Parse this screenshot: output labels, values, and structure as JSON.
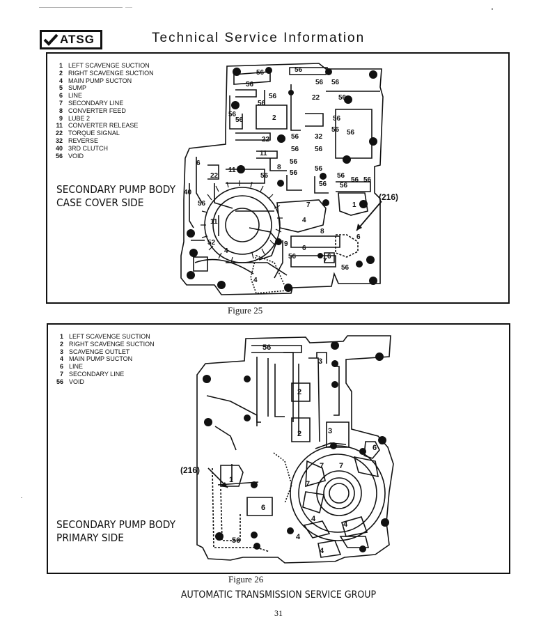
{
  "header": {
    "logo_text": "ATSG",
    "title": "Technical Service Information"
  },
  "figure25": {
    "caption": "Figure 25",
    "title_line1": "SECONDARY PUMP BODY",
    "title_line2": "CASE COVER SIDE",
    "callout": "(216)",
    "legend": [
      {
        "num": "1",
        "label": "LEFT SCAVENGE SUCTION"
      },
      {
        "num": "2",
        "label": "RIGHT SCAVENGE SUCTION"
      },
      {
        "num": "4",
        "label": "MAIN PUMP SUCTON"
      },
      {
        "num": "5",
        "label": "SUMP"
      },
      {
        "num": "6",
        "label": "LINE"
      },
      {
        "num": "7",
        "label": "SECONDARY LINE"
      },
      {
        "num": "8",
        "label": "CONVERTER FEED"
      },
      {
        "num": "9",
        "label": "LUBE 2"
      },
      {
        "num": "11",
        "label": "CONVERTER RELEASE"
      },
      {
        "num": "22",
        "label": "TORQUE SIGNAL"
      },
      {
        "num": "32",
        "label": "REVERSE"
      },
      {
        "num": "40",
        "label": "3RD CLUTCH"
      },
      {
        "num": "56",
        "label": "VOID"
      }
    ],
    "diagram_labels": [
      "56",
      "56",
      "56",
      "56",
      "56",
      "56",
      "22",
      "56",
      "56",
      "56",
      "2",
      "56",
      "56",
      "56",
      "22",
      "56",
      "32",
      "56",
      "11",
      "56",
      "56",
      "56",
      "8",
      "6",
      "22",
      "11",
      "56",
      "56",
      "56",
      "56",
      "56",
      "56",
      "56",
      "56",
      "40",
      "56",
      "7",
      "1",
      "11",
      "4",
      "8",
      "6",
      "52",
      "4",
      "9",
      "6",
      "56",
      "6",
      "7",
      "56",
      "4"
    ]
  },
  "figure26": {
    "caption": "Figure 26",
    "title_line1": "SECONDARY PUMP BODY",
    "title_line2": "PRIMARY SIDE",
    "callout": "(216)",
    "legend": [
      {
        "num": "1",
        "label": "LEFT SCAVENGE SUCTION"
      },
      {
        "num": "2",
        "label": "RIGHT SCAVENGE SUCTION"
      },
      {
        "num": "3",
        "label": "SCAVENGE OUTLET"
      },
      {
        "num": "4",
        "label": "MAIN PUMP SUCTON"
      },
      {
        "num": "6",
        "label": "LINE"
      },
      {
        "num": "7",
        "label": "SECONDARY LINE"
      },
      {
        "num": "56",
        "label": "VOID"
      }
    ],
    "diagram_labels": [
      "56",
      "3",
      "2",
      "2",
      "3",
      "6",
      "7",
      "7",
      "1",
      "7",
      "6",
      "4",
      "4",
      "4",
      "56",
      "4"
    ]
  },
  "footer": {
    "org": "AUTOMATIC TRANSMISSION SERVICE GROUP",
    "page": "31"
  }
}
